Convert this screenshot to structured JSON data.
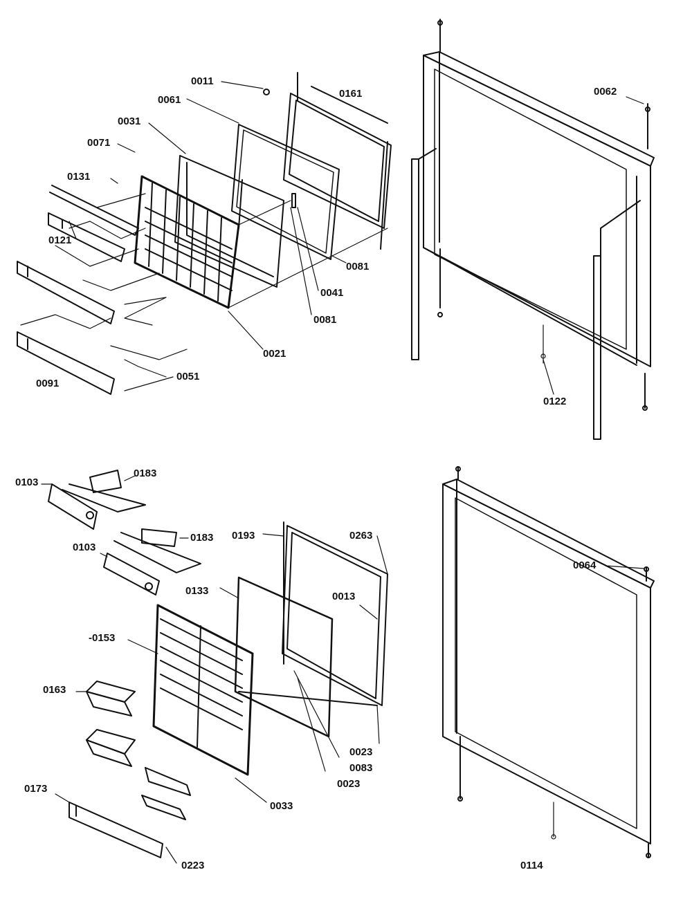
{
  "diagram": {
    "line_color": "#111111",
    "labels": {
      "p0011": "0011",
      "p0161": "0161",
      "p0061": "0061",
      "p0031": "0031",
      "p0071": "0071",
      "p0131": "0131",
      "p0121": "0121",
      "p0081a": "0081",
      "p0041": "0041",
      "p0081b": "0081",
      "p0021": "0021",
      "p0051": "0051",
      "p0091": "0091",
      "p0062": "0062",
      "p0122": "0122",
      "p0103a": "0103",
      "p0183a": "0183",
      "p0103b": "0103",
      "p0183b": "0183",
      "p0193": "0193",
      "p0263": "0263",
      "p0133": "0133",
      "p0013": "0013",
      "p0153": "-0153",
      "p0163": "0163",
      "p0023a": "0023",
      "p0083": "0083",
      "p0023b": "0023",
      "p0173": "0173",
      "p0033": "0033",
      "p0223": "0223",
      "p0064": "0064",
      "p0114": "0114"
    }
  }
}
